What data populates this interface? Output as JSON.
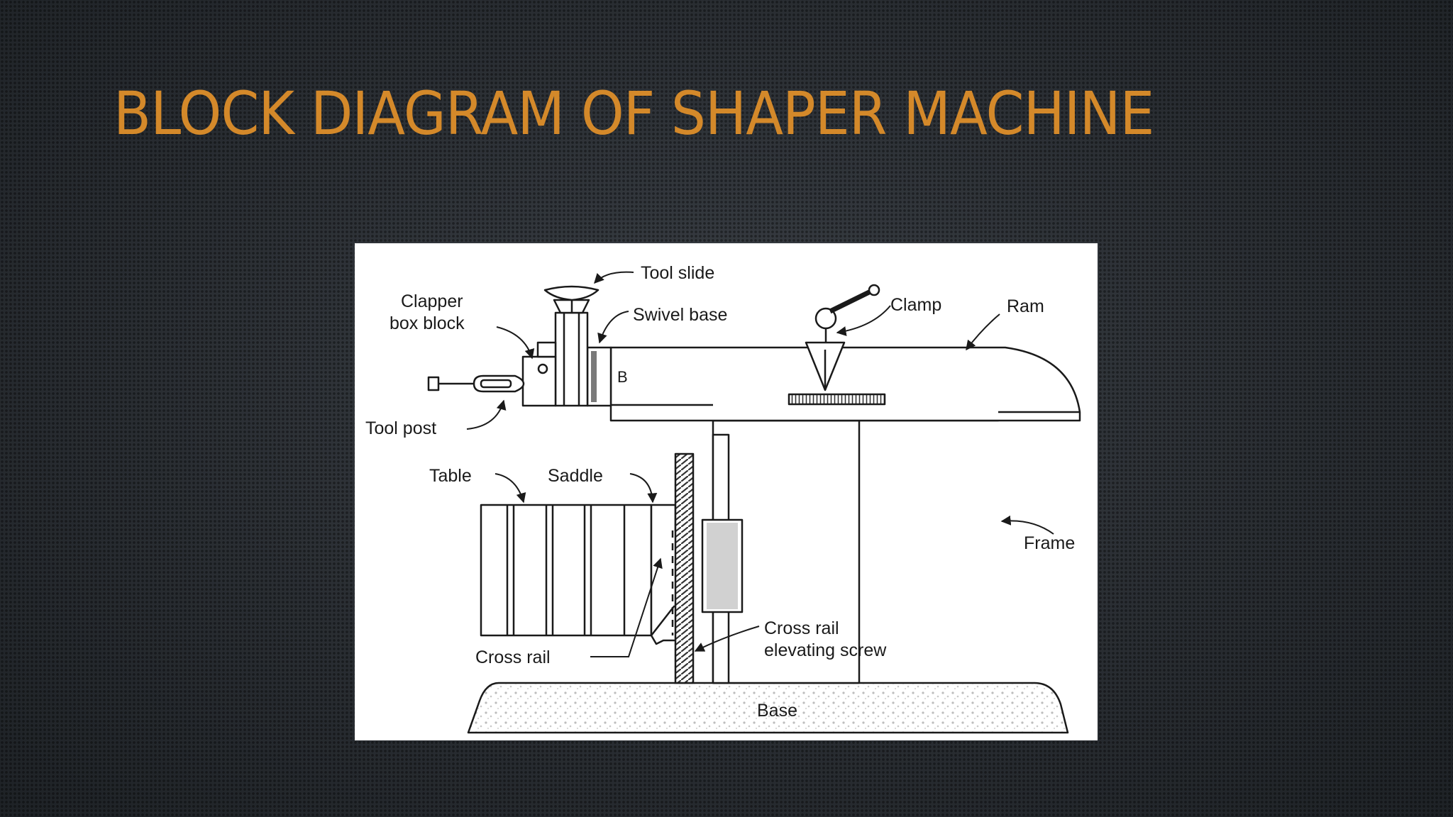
{
  "slide": {
    "title": "BLOCK DIAGRAM OF SHAPER MACHINE",
    "title_color": "#d4892a",
    "background_color": "#2a2e33"
  },
  "diagram": {
    "labels": {
      "tool_slide": "Tool slide",
      "clapper_box_block_line1": "Clapper",
      "clapper_box_block_line2": "box block",
      "swivel_base": "Swivel base",
      "clamp": "Clamp",
      "ram": "Ram",
      "tool_post": "Tool post",
      "table": "Table",
      "saddle": "Saddle",
      "frame": "Frame",
      "cross_rail": "Cross rail",
      "cross_rail_elevating_screw_line1": "Cross rail",
      "cross_rail_elevating_screw_line2": "elevating screw",
      "base": "Base"
    }
  }
}
